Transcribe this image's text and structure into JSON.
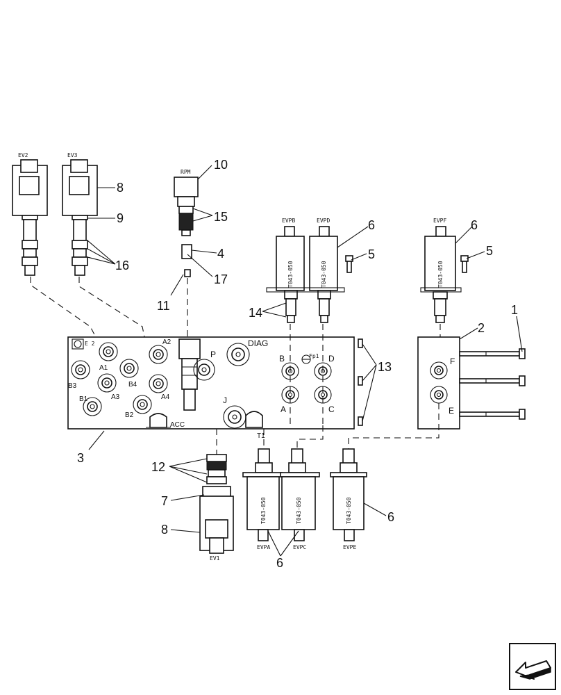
{
  "callouts": {
    "n1": "1",
    "n2": "2",
    "n3": "3",
    "n4": "4",
    "n5a": "5",
    "n5b": "5",
    "n6a": "6",
    "n6b": "6",
    "n6c": "6",
    "n6d": "6",
    "n7": "7",
    "n8a": "8",
    "n8b": "8",
    "n9": "9",
    "n10": "10",
    "n11": "11",
    "n12": "12",
    "n13": "13",
    "n14": "14",
    "n15": "15",
    "n16": "16",
    "n17": "17"
  },
  "valve_tags": {
    "ev2": "EV2",
    "ev3": "EV3",
    "ev1": "EV1",
    "rpm": "RPM",
    "evpb": "EVPB",
    "evpd": "EVPD",
    "evpf": "EVPF",
    "evpa": "EVPA",
    "evpc": "EVPC",
    "evpe": "EVPE"
  },
  "coil_code": "T043-050",
  "ports": {
    "a1": "A1",
    "a2": "A2",
    "a3": "A3",
    "a4": "A4",
    "b1": "B1",
    "b2": "B2",
    "b3": "B3",
    "b4": "B4",
    "p": "P",
    "diag": "DIAG",
    "j": "J",
    "acc": "ACC",
    "fp1": "Fp1",
    "t1": "T1",
    "e2": "E 2",
    "a": "A",
    "b": "B",
    "c": "C",
    "d": "D",
    "e": "E",
    "f": "F"
  },
  "nav": {
    "icon": "next-page-arrow-icon"
  }
}
